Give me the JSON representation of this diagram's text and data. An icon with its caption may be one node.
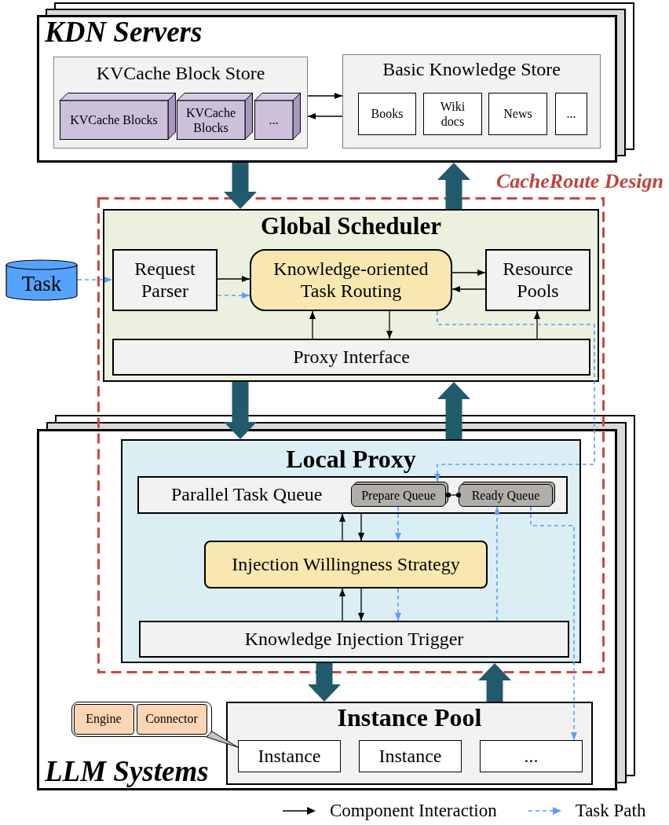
{
  "diagram": {
    "nodes": [
      {
        "text": [
          "KDN Servers"
        ]
      },
      {
        "text": [
          "KVCache Block Store"
        ],
        "in": 0
      },
      {
        "text": [
          "KVCache Blocks"
        ],
        "in": 1
      },
      {
        "text": [
          "KVCache Blocks"
        ],
        "in": 1
      },
      {
        "text": [
          "..."
        ],
        "in": 1
      },
      {
        "text": [
          "Basic Knowledge Store"
        ],
        "in": 0
      },
      {
        "text": [
          "Books"
        ],
        "in": 5
      },
      {
        "text": [
          "Wiki docs"
        ],
        "in": 5
      },
      {
        "text": [
          "News"
        ],
        "in": 5
      },
      {
        "text": [
          "..."
        ],
        "in": 5
      },
      {
        "text": [
          "CacheRoute Design"
        ]
      },
      {
        "text": [
          "Global Scheduler"
        ],
        "in": 10
      },
      {
        "text": [
          "Task"
        ]
      },
      {
        "text": [
          "Request Parser"
        ],
        "in": 11
      },
      {
        "text": [
          "Knowledge-oriented Task Routing"
        ],
        "in": 11
      },
      {
        "text": [
          "Resource Pools"
        ],
        "in": 11
      },
      {
        "text": [
          "Proxy Interface"
        ],
        "in": 11
      },
      {
        "text": [
          "LLM Systems"
        ]
      },
      {
        "text": [
          "Local Proxy"
        ]
      },
      {
        "text": [
          "Parallel Task Queue"
        ],
        "in": 18
      },
      {
        "text": [
          "Prepare Queue"
        ],
        "in": 19
      },
      {
        "text": [
          "Ready Queue"
        ],
        "in": 19
      },
      {
        "text": [
          "Injection Willingness Strategy"
        ],
        "in": 18
      },
      {
        "text": [
          "Knowledge Injection Trigger"
        ],
        "in": 18
      },
      {
        "text": [],
        "shape": "box",
        "in": 17
      },
      {
        "text": [
          "Engine"
        ],
        "in": 24
      },
      {
        "text": [
          "Connector"
        ],
        "in": 24
      },
      {
        "text": [
          "Instance Pool"
        ],
        "in": 17
      },
      {
        "text": [
          "Instance"
        ],
        "in": 27
      },
      {
        "text": [
          "Instance"
        ],
        "in": 27
      },
      {
        "text": [
          "..."
        ],
        "in": 27
      }
    ],
    "edges": [
      {
        "from": 1,
        "to": 5,
        "arrow": "to"
      },
      {
        "from": 5,
        "to": 1,
        "arrow": "to"
      },
      {
        "from": 0,
        "to": 11,
        "arrow": "to",
        "style": "thick",
        "color": "#215a6b"
      },
      {
        "from": 11,
        "to": 0,
        "arrow": "to",
        "style": "thick",
        "color": "#215a6b"
      },
      {
        "from": 12,
        "to": 13,
        "arrow": "to",
        "style": "dashed",
        "color": "#5f9bff"
      },
      {
        "from": 13,
        "to": 14,
        "arrow": "to"
      },
      {
        "from": 13,
        "to": 14,
        "arrow": "to",
        "style": "dashed",
        "color": "#5f9bff"
      },
      {
        "from": 14,
        "to": 15,
        "arrow": "to"
      },
      {
        "from": 15,
        "to": 14,
        "arrow": "to"
      },
      {
        "from": 16,
        "to": 14,
        "arrow": "to"
      },
      {
        "from": 14,
        "to": 16,
        "arrow": "to"
      },
      {
        "from": 16,
        "to": 15,
        "arrow": "to"
      },
      {
        "from": 14,
        "to": 20,
        "arrow": "to",
        "style": "dashed",
        "color": "#5f9bff"
      },
      {
        "from": 11,
        "to": 18,
        "arrow": "to",
        "style": "thick",
        "color": "#215a6b"
      },
      {
        "from": 18,
        "to": 11,
        "arrow": "to",
        "style": "thick",
        "color": "#215a6b"
      },
      {
        "from": 22,
        "to": 19,
        "arrow": "to"
      },
      {
        "from": 19,
        "to": 22,
        "arrow": "to"
      },
      {
        "from": 20,
        "to": 21,
        "arrow": "other"
      },
      {
        "from": 20,
        "to": 22,
        "arrow": "to",
        "style": "dashed",
        "color": "#5f9bff"
      },
      {
        "from": 23,
        "to": 22,
        "arrow": "to"
      },
      {
        "from": 22,
        "to": 23,
        "arrow": "to"
      },
      {
        "from": 22,
        "to": 23,
        "arrow": "to",
        "style": "dashed",
        "color": "#5f9bff"
      },
      {
        "from": 23,
        "to": 21,
        "arrow": "to",
        "style": "dashed",
        "color": "#5f9bff"
      },
      {
        "from": 21,
        "to": 30,
        "arrow": "to",
        "style": "dashed",
        "color": "#5f9bff"
      },
      {
        "from": 18,
        "to": 27,
        "arrow": "to",
        "style": "thick",
        "color": "#215a6b"
      },
      {
        "from": 27,
        "to": 18,
        "arrow": "to",
        "style": "thick",
        "color": "#215a6b"
      },
      {
        "from": 24,
        "to": 28,
        "arrow": "none"
      }
    ],
    "legend": [
      {
        "text": "Component Interaction"
      },
      {
        "text": "Task Path"
      }
    ]
  }
}
